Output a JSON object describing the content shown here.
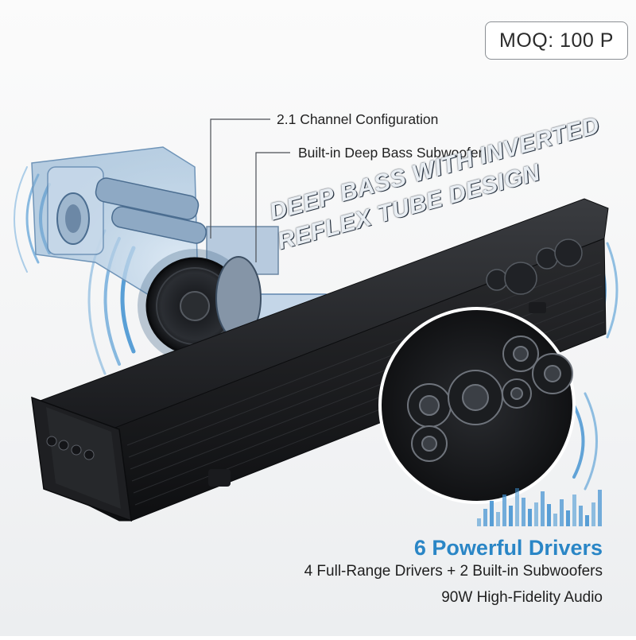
{
  "badge": {
    "moq_text": "MOQ: 100 P"
  },
  "callouts": {
    "channel": "2.1 Channel Configuration",
    "subwoofer": "Built-in Deep Bass Subwoofer"
  },
  "slogan": {
    "line1": "DEEP BASS WITH INVERTED",
    "line2": "REFLEX TUBE DESIGN"
  },
  "features": {
    "headline": "6 Powerful Drivers",
    "line1": "4 Full-Range Drivers + 2 Built-in Subwoofers",
    "line2": "90W High-Fidelity Audio"
  },
  "colors": {
    "accent_blue": "#2a86c6",
    "speaker_body": "#1b1c1e",
    "wave_blue": "#3d8fd0"
  }
}
